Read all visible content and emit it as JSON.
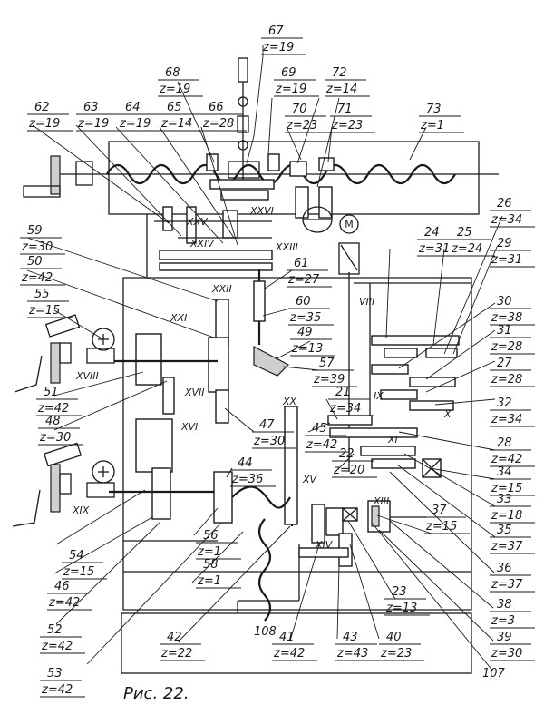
{
  "caption": "Рис. 22.",
  "motor_label": "M",
  "labels": [
    {
      "n": "67",
      "z": "z=19"
    },
    {
      "n": "68",
      "z": "z=19"
    },
    {
      "n": "69",
      "z": "z=19"
    },
    {
      "n": "72",
      "z": "z=14"
    },
    {
      "n": "62",
      "z": "z=19"
    },
    {
      "n": "63",
      "z": "z=19"
    },
    {
      "n": "64",
      "z": "z=19"
    },
    {
      "n": "65",
      "z": "z=14"
    },
    {
      "n": "66",
      "z": "z=28"
    },
    {
      "n": "70",
      "z": "z=23"
    },
    {
      "n": "71",
      "z": "z=23"
    },
    {
      "n": "73",
      "z": "z=1"
    },
    {
      "n": "59",
      "z": "z=30"
    },
    {
      "n": "50",
      "z": "z=42"
    },
    {
      "n": "55",
      "z": "z=15"
    },
    {
      "n": "61",
      "z": "z=27"
    },
    {
      "n": "60",
      "z": "z=35"
    },
    {
      "n": "49",
      "z": "z=13"
    },
    {
      "n": "57",
      "z": "z=39"
    },
    {
      "n": "21",
      "z": "z=34"
    },
    {
      "n": "51",
      "z": "z=42"
    },
    {
      "n": "48",
      "z": "z=30"
    },
    {
      "n": "47",
      "z": "z=30"
    },
    {
      "n": "45",
      "z": "z=42"
    },
    {
      "n": "22",
      "z": "z=20"
    },
    {
      "n": "44",
      "z": "z=36"
    },
    {
      "n": "56",
      "z": "z=1"
    },
    {
      "n": "58",
      "z": "z=1"
    },
    {
      "n": "54",
      "z": "z=15"
    },
    {
      "n": "46",
      "z": "z=42"
    },
    {
      "n": "52",
      "z": "z=42"
    },
    {
      "n": "53",
      "z": "z=42"
    },
    {
      "n": "42",
      "z": "z=22"
    },
    {
      "n": "41",
      "z": "z=42"
    },
    {
      "n": "43",
      "z": "z=43"
    },
    {
      "n": "40",
      "z": "z=23"
    },
    {
      "n": "23",
      "z": "z=13"
    },
    {
      "n": "37",
      "z": "z=15"
    },
    {
      "n": "24",
      "z": "z=31"
    },
    {
      "n": "25",
      "z": "z=24"
    },
    {
      "n": "26",
      "z": "z=34"
    },
    {
      "n": "29",
      "z": "z=31"
    },
    {
      "n": "30",
      "z": "z=38"
    },
    {
      "n": "31",
      "z": "z=28"
    },
    {
      "n": "27",
      "z": "z=28"
    },
    {
      "n": "32",
      "z": "z=34"
    },
    {
      "n": "28",
      "z": "z=42"
    },
    {
      "n": "34",
      "z": "z=15"
    },
    {
      "n": "33",
      "z": "z=18"
    },
    {
      "n": "35",
      "z": "z=37"
    },
    {
      "n": "36",
      "z": "z=37"
    },
    {
      "n": "38",
      "z": "z=3"
    },
    {
      "n": "39",
      "z": "z=30"
    }
  ],
  "plain_labels": [
    "108",
    "107"
  ],
  "shafts": [
    "XXV",
    "XXVI",
    "XXIV",
    "XXIII",
    "XXII",
    "XXI",
    "VIII",
    "XVIII",
    "XVII",
    "XVI",
    "XX",
    "IX",
    "X",
    "XI",
    "XV",
    "XIII",
    "XIV",
    "XIX"
  ]
}
